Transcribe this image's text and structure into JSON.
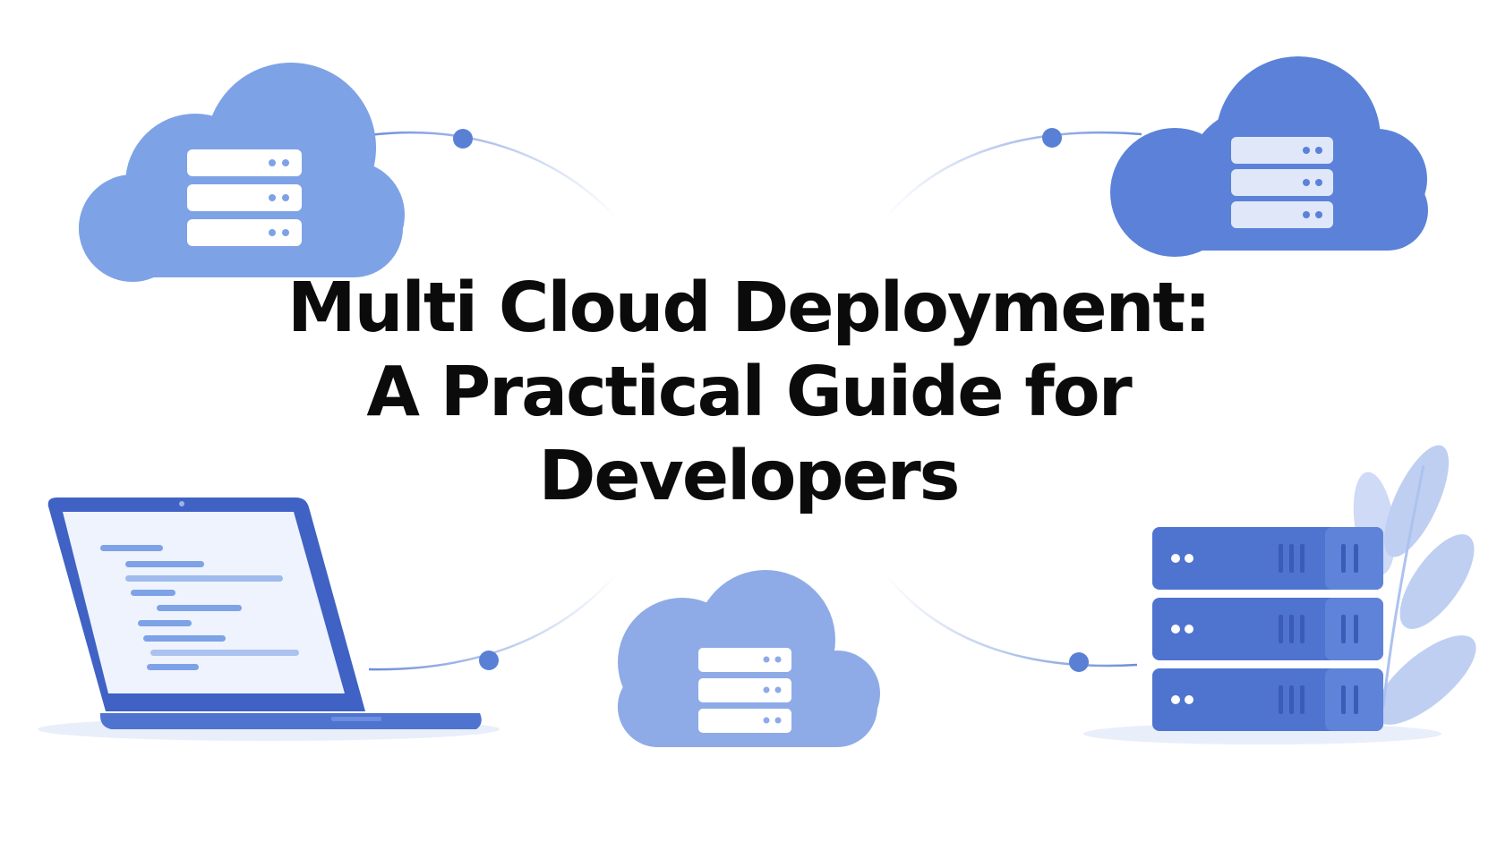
{
  "title": {
    "lines": [
      "Multi Cloud Deployment:",
      "A Practical Guide for",
      "Developers"
    ]
  },
  "icons": {
    "cloud_top_left": "cloud-server-icon",
    "cloud_top_right": "cloud-server-icon",
    "cloud_bottom_center": "cloud-server-icon",
    "laptop": "laptop-code-icon",
    "server_stack": "server-rack-icon",
    "foliage": "leaf-decoration-icon",
    "connector_node": "connector-node-icon"
  },
  "colors": {
    "background": "#ffffff",
    "title_text": "#0b0b0b",
    "cloud_light": "#7ea2e6",
    "cloud_mid": "#5b82d8",
    "cloud_pale": "#8eabe7",
    "server_blue": "#4f74cf",
    "laptop_frame": "#3f62c4",
    "screen_bg": "#eef3fd",
    "connector": "#5a80d6",
    "leaf": "#b7caf1"
  }
}
